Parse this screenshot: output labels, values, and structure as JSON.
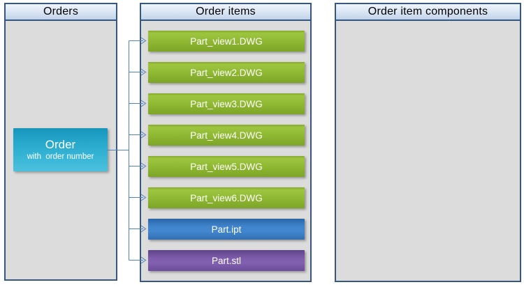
{
  "panels": {
    "orders": {
      "header": "Orders",
      "order_node": {
        "title": "Order",
        "subtitle": "with  order number"
      }
    },
    "order_items": {
      "header": "Order items",
      "items": [
        {
          "label": "Part_view1.DWG",
          "color": "#8fb731",
          "type": "dwg"
        },
        {
          "label": "Part_view2.DWG",
          "color": "#8fb731",
          "type": "dwg"
        },
        {
          "label": "Part_view3.DWG",
          "color": "#8fb731",
          "type": "dwg"
        },
        {
          "label": "Part_view4.DWG",
          "color": "#8fb731",
          "type": "dwg"
        },
        {
          "label": "Part_view5.DWG",
          "color": "#8fb731",
          "type": "dwg"
        },
        {
          "label": "Part_view6.DWG",
          "color": "#8fb731",
          "type": "dwg"
        },
        {
          "label": "Part.ipt",
          "color": "#3c7ec4",
          "type": "ipt"
        },
        {
          "label": "Part.stl",
          "color": "#7657a6",
          "type": "stl"
        }
      ]
    },
    "order_item_components": {
      "header": "Order item components"
    }
  },
  "colors": {
    "panel_border": "#36587f",
    "panel_body": "#dcdcdc",
    "header_gradient_top": "#eff4fc",
    "header_gradient_bottom": "#c2d3ea",
    "header_text": "#000000",
    "connector": "#4f81bd",
    "order_node_fill": "#2fb0d2",
    "box_text": "#ffffff"
  }
}
